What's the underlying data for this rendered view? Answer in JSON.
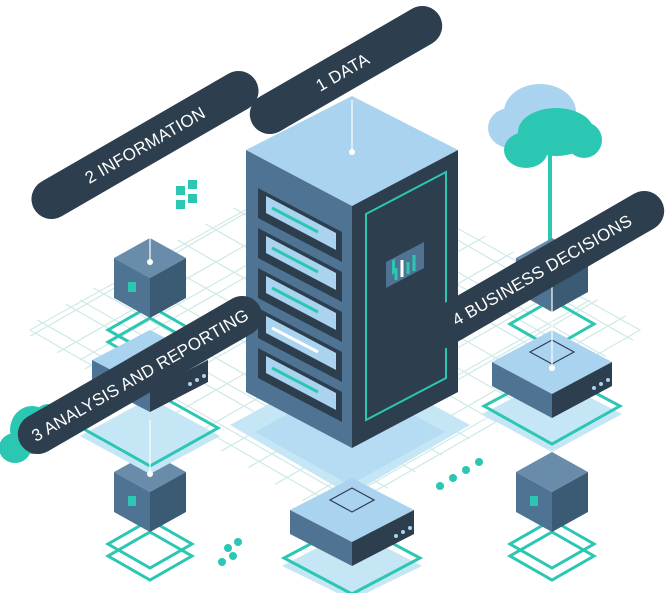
{
  "labels": {
    "data": "1 DATA",
    "information": "2 INFORMATION",
    "analysis": "3 ANALYSIS AND REPORTING",
    "decisions": "4 BUSINESS DECISIONS"
  },
  "colors": {
    "dark_navy": "#2d3e4e",
    "steel_blue": "#4f7493",
    "light_blue": "#a9d3ef",
    "teal": "#2cc7b3",
    "grid_line": "#cfeae8",
    "ground_shadow": "#c4e6f5"
  }
}
